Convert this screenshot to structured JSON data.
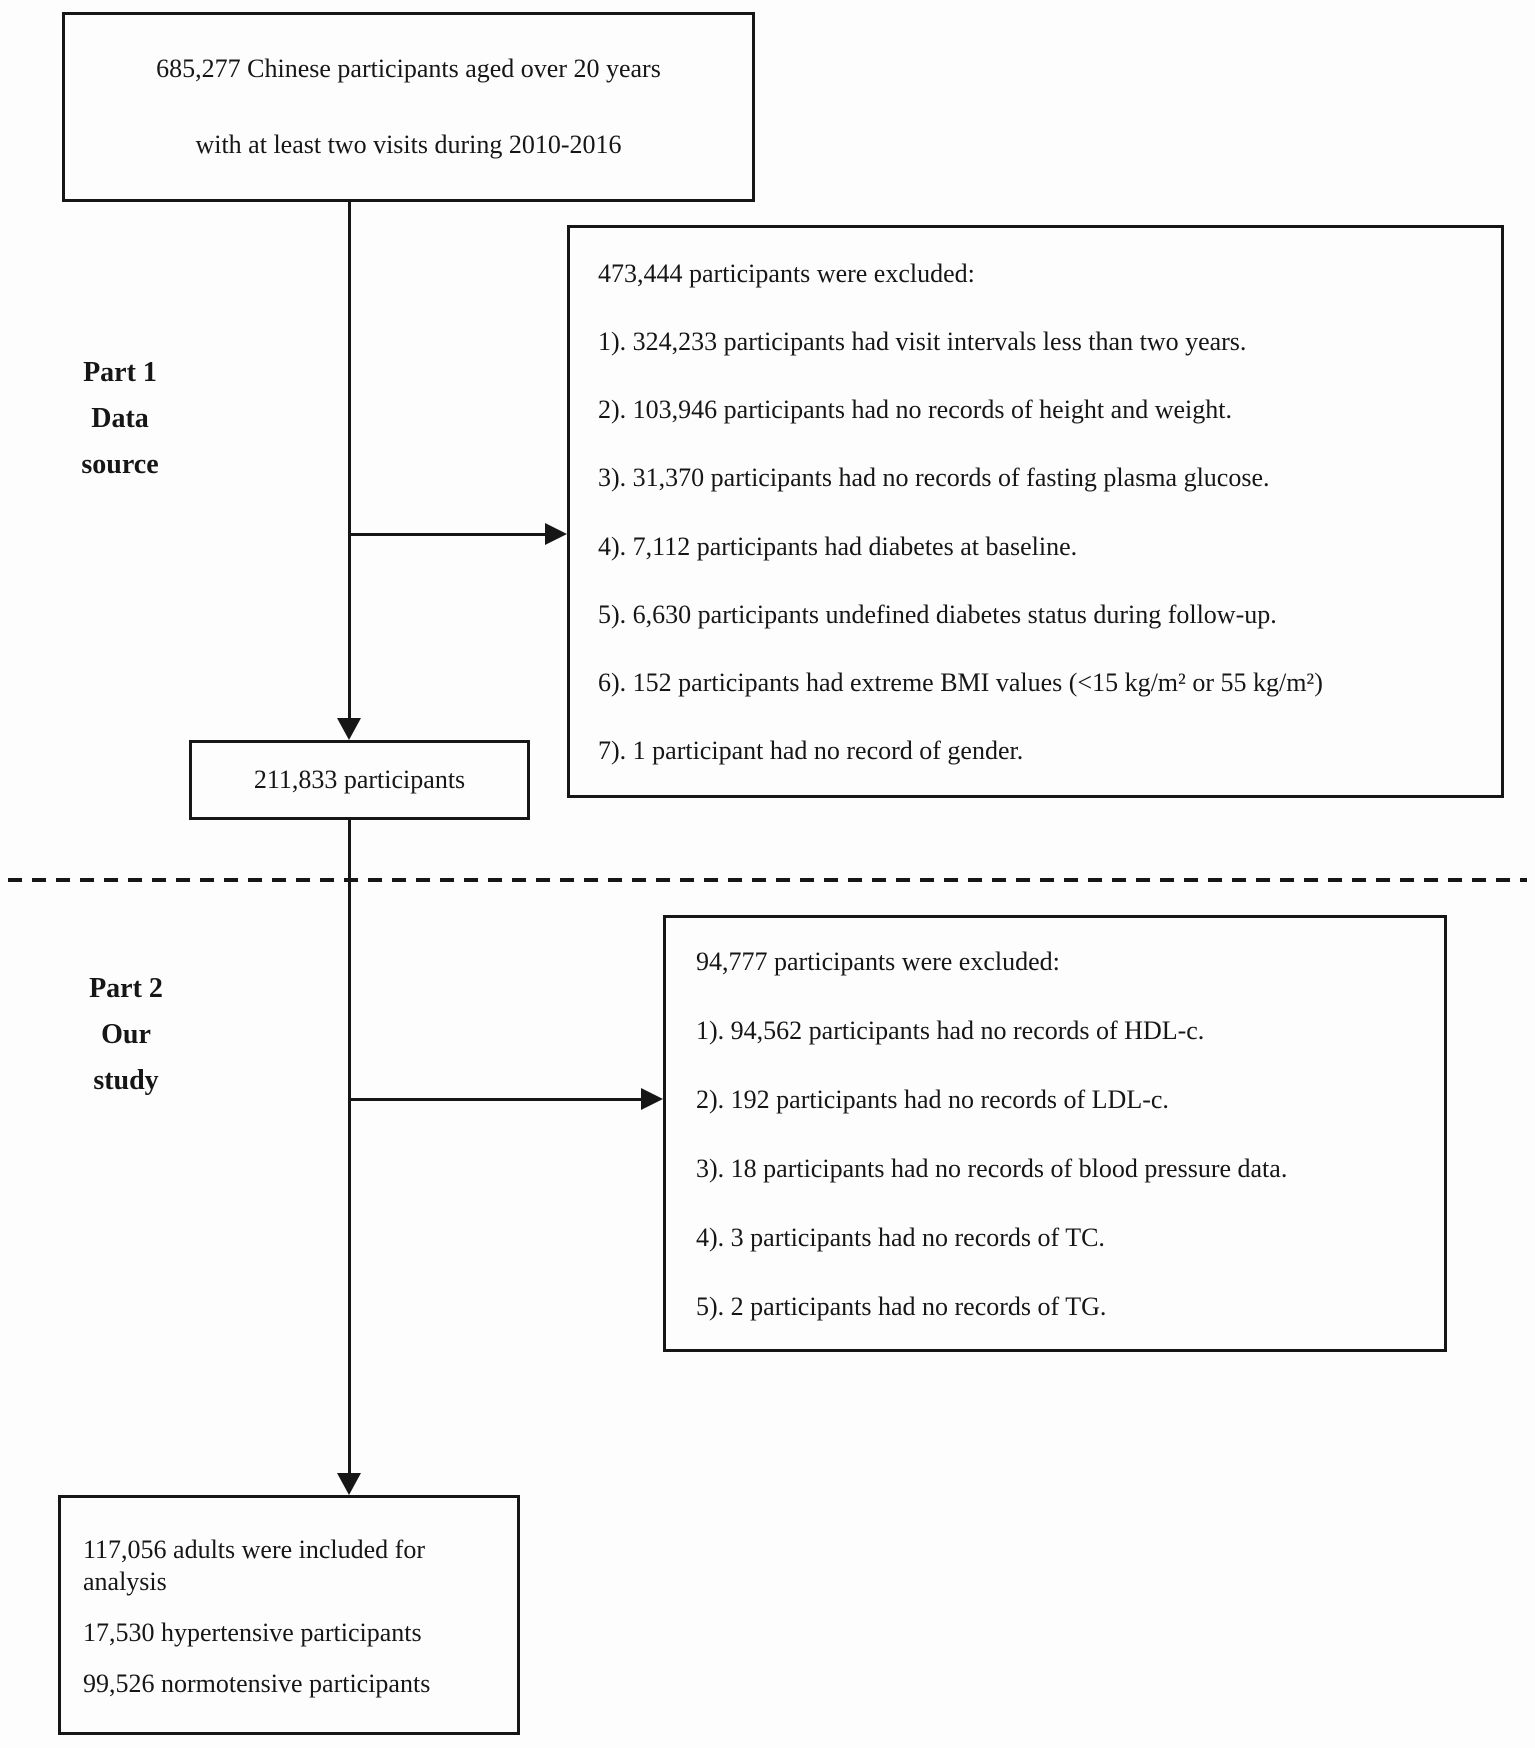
{
  "labels": {
    "part1": {
      "lines": [
        "Part 1",
        "Data",
        "source"
      ]
    },
    "part2": {
      "lines": [
        "Part 2",
        "Our",
        "study"
      ]
    }
  },
  "boxes": {
    "source_population": {
      "lines": [
        "685,277 Chinese participants aged over 20 years",
        "with at least two visits during 2010-2016"
      ]
    },
    "exclusion_part1": {
      "title": "473,444 participants were excluded:",
      "items": [
        "1). 324,233 participants had visit intervals less than two years.",
        "2). 103,946 participants had no records of height and weight.",
        "3). 31,370 participants had no records of fasting plasma glucose.",
        "4). 7,112 participants had diabetes at baseline.",
        "5). 6,630 participants undefined diabetes status during follow-up.",
        "6). 152 participants had extreme BMI values (<15 kg/m² or 55 kg/m²)",
        "7). 1 participant had no record of gender."
      ]
    },
    "interim": {
      "text": "211,833 participants"
    },
    "exclusion_part2": {
      "title": "94,777 participants were excluded:",
      "items": [
        "1). 94,562 participants had no records of HDL-c.",
        "2). 192 participants had no records of LDL-c.",
        "3). 18 participants had no records of blood pressure data.",
        "4). 3 participants had no records of TC.",
        "5). 2 participants had no records of TG."
      ]
    },
    "final": {
      "lines": [
        "117,056 adults were included for analysis",
        "17,530 hypertensive participants",
        "99,526 normotensive participants"
      ]
    }
  },
  "colors": {
    "line": "#161616",
    "background": "#fdfdfd",
    "text": "#161616"
  }
}
